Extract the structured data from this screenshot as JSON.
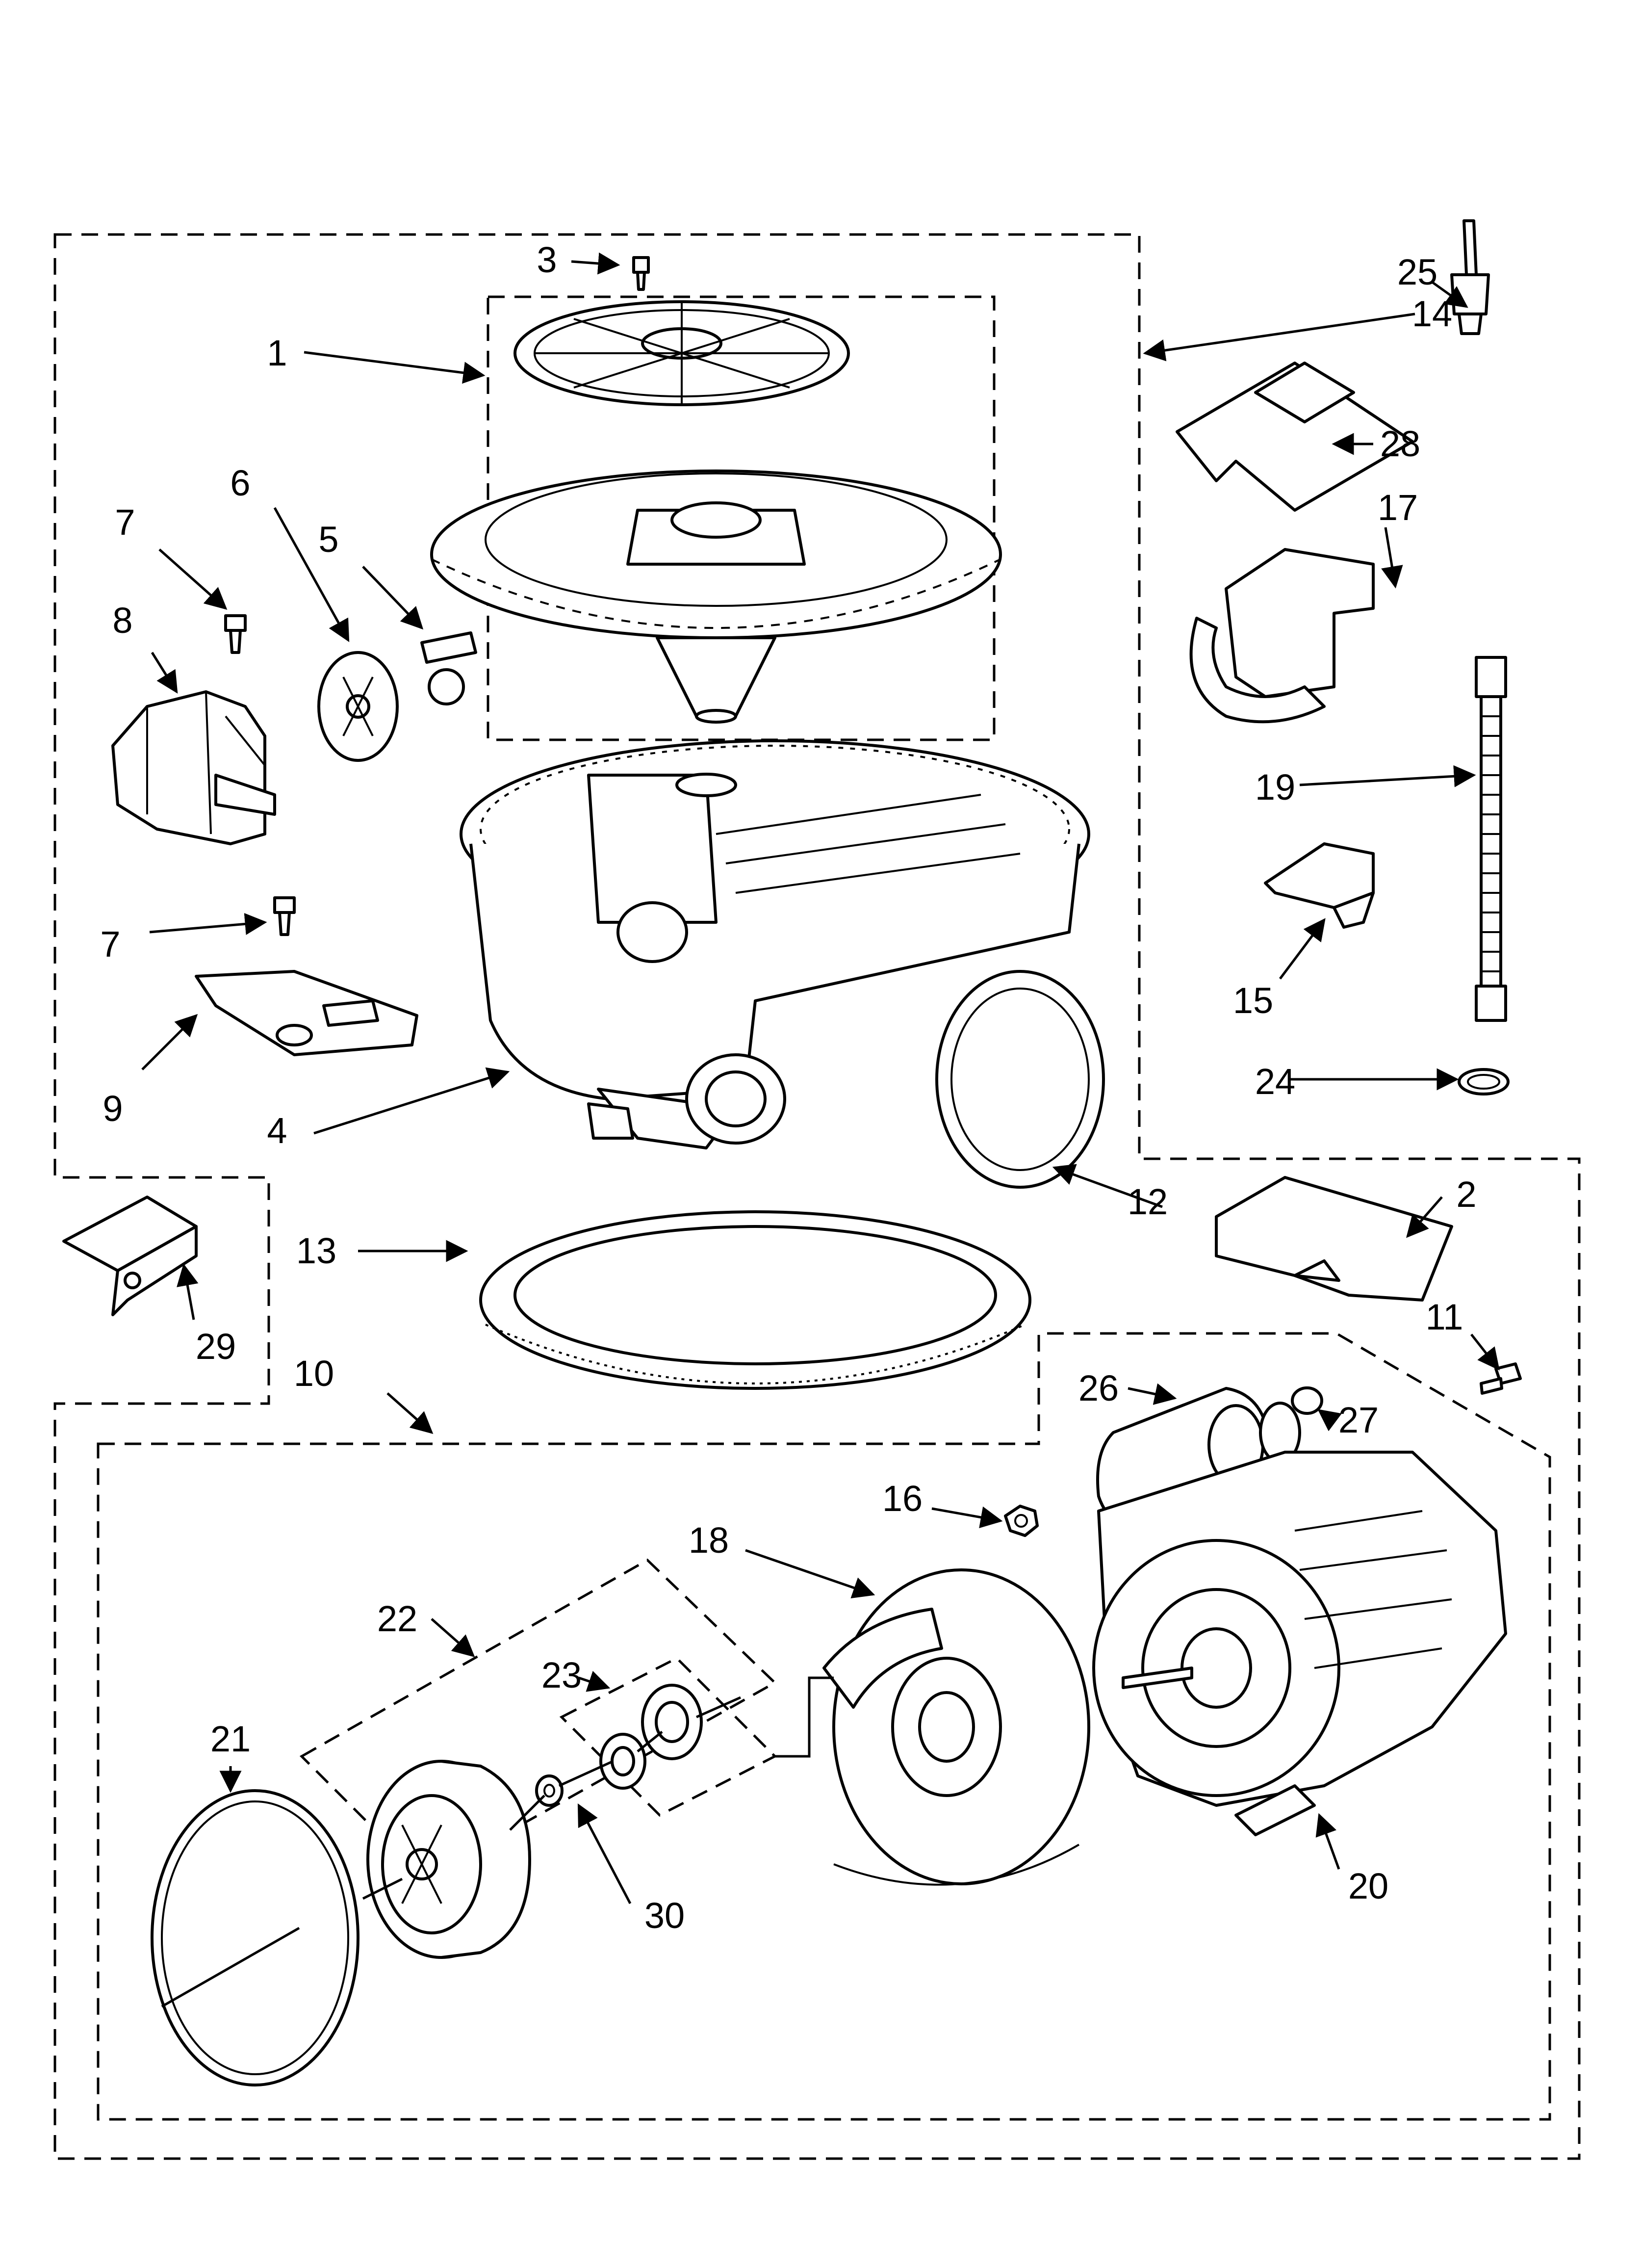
{
  "diagram": {
    "callouts": [
      "1",
      "2",
      "3",
      "4",
      "5",
      "6",
      "7",
      "7",
      "8",
      "9",
      "10",
      "11",
      "12",
      "13",
      "14",
      "15",
      "16",
      "17",
      "18",
      "19",
      "20",
      "21",
      "22",
      "23",
      "24",
      "25",
      "26",
      "27",
      "28",
      "29",
      "30"
    ]
  }
}
